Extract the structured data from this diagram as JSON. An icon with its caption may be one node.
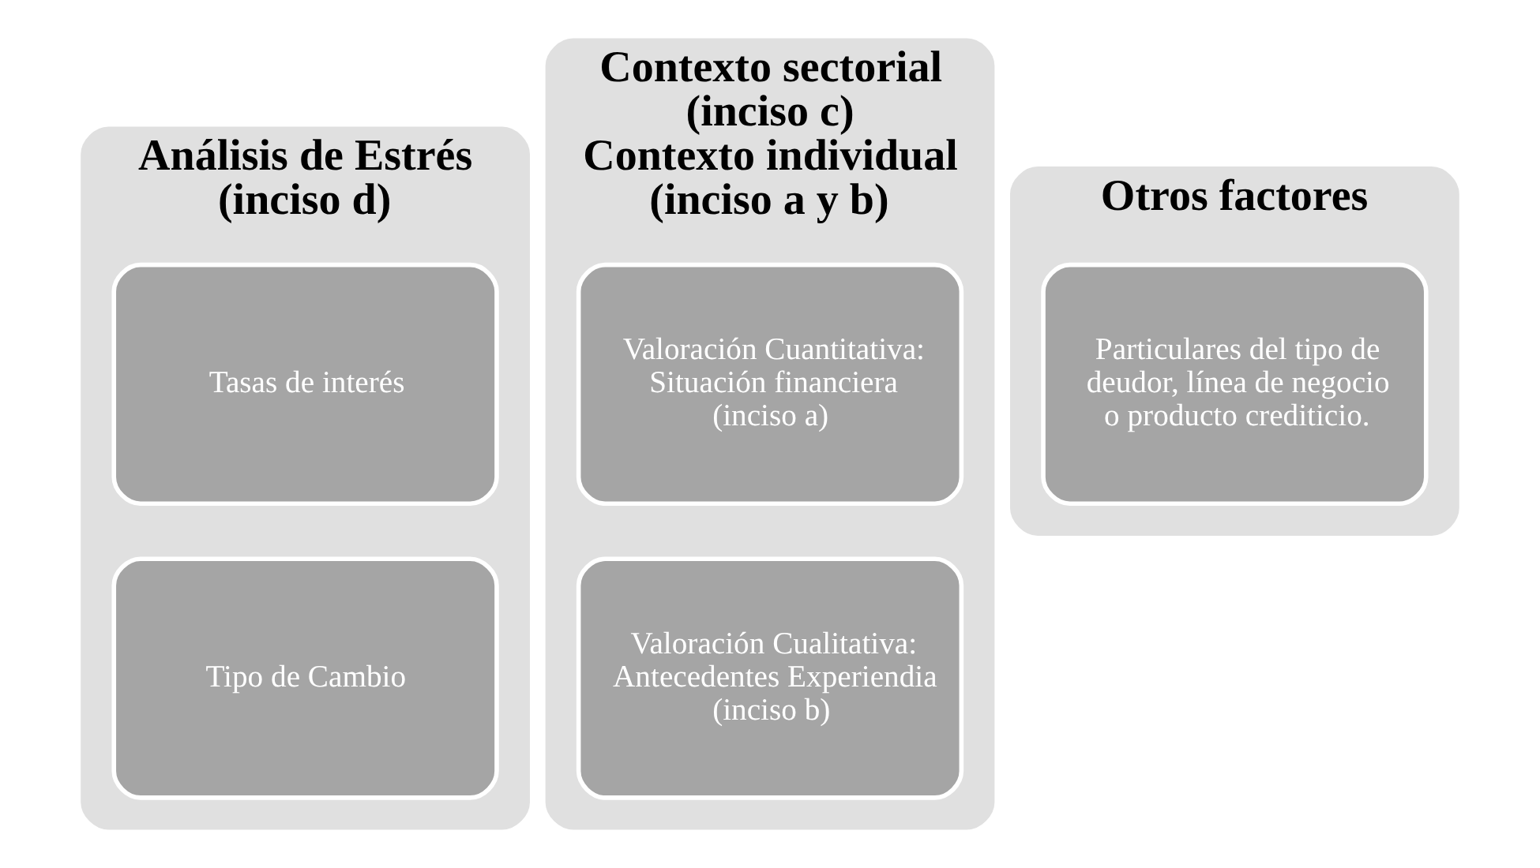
{
  "diagram": {
    "nodes": [
      {
        "text": [
          "Análisis de Estrés (inciso d)"
        ]
      },
      {
        "text": [
          "Tasas de interés"
        ],
        "in": 0
      },
      {
        "text": [
          "Tipo de Cambio"
        ],
        "in": 0
      },
      {
        "text": [
          "Contexto sectorial (inciso c)",
          "Contexto individual (inciso a y b)"
        ]
      },
      {
        "text": [
          "Valoración Cuantitativa: Situación financiera (inciso a)"
        ],
        "in": 3
      },
      {
        "text": [
          "Valoración Cualitativa: Antecedentes Experiendia",
          "(inciso b)"
        ],
        "in": 3
      },
      {
        "text": [
          "Otros factores"
        ]
      },
      {
        "text": [
          "Particulares del tipo de deudor, línea de negocio o producto crediticio."
        ],
        "in": 6
      }
    ]
  }
}
